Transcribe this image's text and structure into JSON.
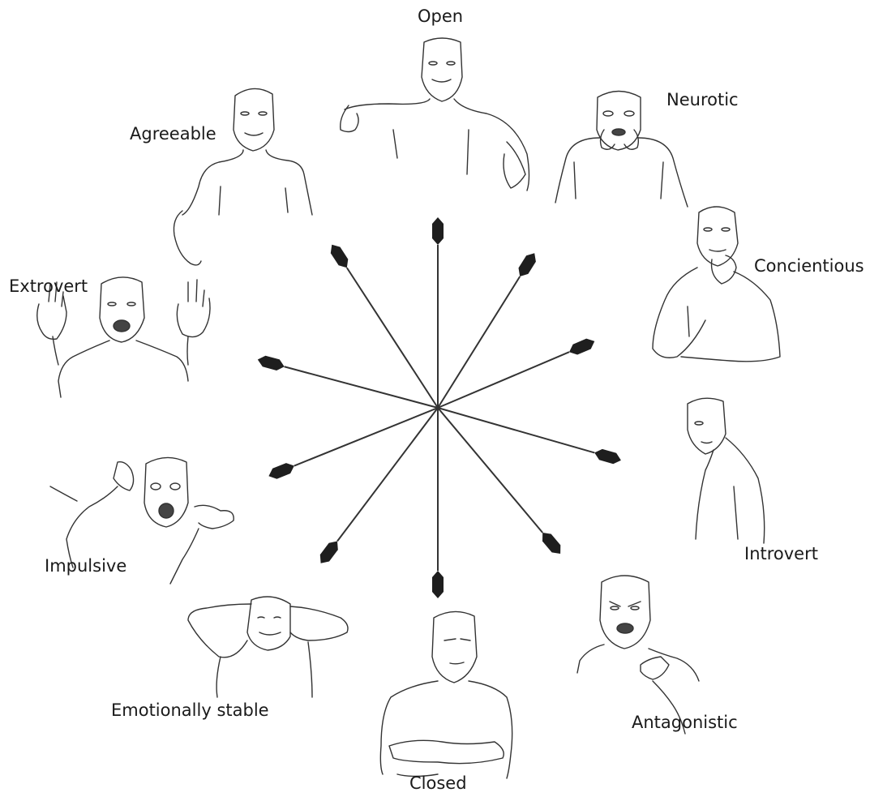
{
  "diagram": {
    "traits": [
      {
        "id": "open",
        "label": "Open",
        "angle_deg": -90
      },
      {
        "id": "neurotic",
        "label": "Neurotic",
        "angle_deg": -58
      },
      {
        "id": "concientious",
        "label": "Concientious",
        "angle_deg": -23
      },
      {
        "id": "introvert",
        "label": "Introvert",
        "angle_deg": 16
      },
      {
        "id": "antagonistic",
        "label": "Antagonistic",
        "angle_deg": 50
      },
      {
        "id": "closed",
        "label": "Closed",
        "angle_deg": 90
      },
      {
        "id": "emotionally-stable",
        "label": "Emotionally stable",
        "angle_deg": 127
      },
      {
        "id": "impulsive",
        "label": "Impulsive",
        "angle_deg": 158
      },
      {
        "id": "extrovert",
        "label": "Extrovert",
        "angle_deg": 195
      },
      {
        "id": "agreeable",
        "label": "Agreeable",
        "angle_deg": 237
      }
    ],
    "colors": {
      "line": "#333333",
      "arrowhead": "#1e1e1e",
      "text": "#1a1a1a",
      "background": "#ffffff"
    }
  }
}
